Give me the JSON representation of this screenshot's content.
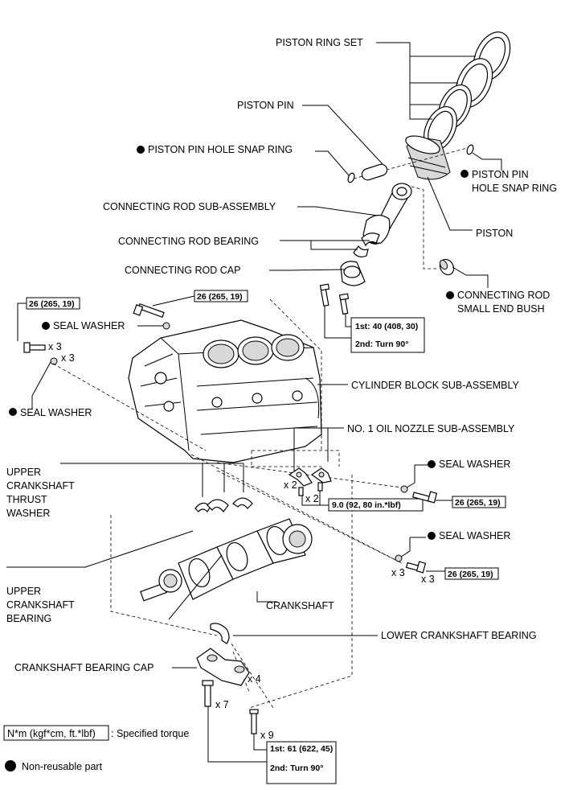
{
  "labels": {
    "piston_ring_set": "PISTON RING SET",
    "piston_pin": "PISTON PIN",
    "snap_ring_left": "PISTON PIN HOLE SNAP RING",
    "snap_ring_right_1": "PISTON PIN",
    "snap_ring_right_2": "HOLE SNAP RING",
    "conn_rod_sub": "CONNECTING ROD SUB-ASSEMBLY",
    "conn_rod_bearing": "CONNECTING ROD BEARING",
    "piston": "PISTON",
    "conn_rod_cap": "CONNECTING ROD CAP",
    "small_end_bush_1": "CONNECTING ROD",
    "small_end_bush_2": "SMALL END BUSH",
    "seal_washer": "SEAL WASHER",
    "cyl_block": "CYLINDER BLOCK SUB-ASSEMBLY",
    "oil_nozzle": "NO. 1 OIL NOZZLE SUB-ASSEMBLY",
    "upper_thrust_1": "UPPER",
    "upper_thrust_2": "CRANKSHAFT",
    "upper_thrust_3": "THRUST",
    "upper_thrust_4": "WASHER",
    "upper_bearing_1": "UPPER",
    "upper_bearing_2": "CRANKSHAFT",
    "upper_bearing_3": "BEARING",
    "crankshaft": "CRANKSHAFT",
    "lower_bearing": "LOWER CRANKSHAFT BEARING",
    "bearing_cap": "CRANKSHAFT BEARING CAP"
  },
  "torques": {
    "t26": "26 (265, 19)",
    "rod_1st": "1st: 40 (408, 30)",
    "rod_2nd": "2nd: Turn 90°",
    "nozzle": "9.0 (92, 80 in.*lbf)",
    "cap_1st": "1st: 61 (622, 45)",
    "cap_2nd": "2nd: Turn 90°"
  },
  "quantities": {
    "x2": "x 2",
    "x3": "x 3",
    "x4": "x 4",
    "x7": "x 7",
    "x9": "x 9"
  },
  "legend": {
    "torque_unit": "N*m (kgf*cm, ft.*lbf)",
    "torque_desc": ": Specified torque",
    "non_reusable": "Non-reusable part"
  },
  "icons": {
    "non_reusable_marker": "filled-black-circle"
  }
}
